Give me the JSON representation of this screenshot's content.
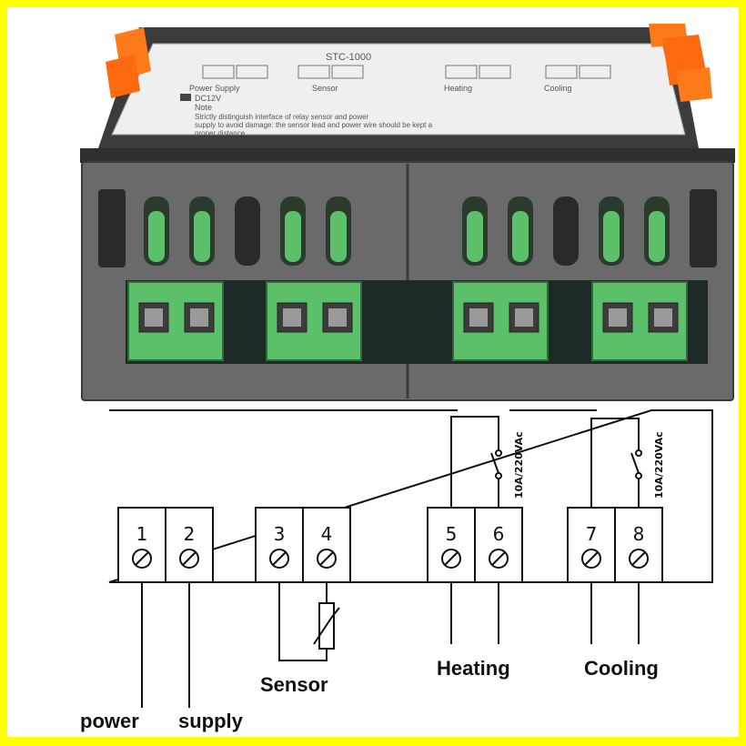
{
  "device": {
    "model": "STC-1000",
    "sticker_labels": [
      "Power Supply",
      "Sensor",
      "Heating",
      "Cooling"
    ],
    "sticker_voltage": "DC12V",
    "sticker_note_title": "Note",
    "sticker_note_text": [
      "Strictly distinguish interface of relay sensor and power",
      "supply to avoid damage: the sensor lead and power wire should be kept a",
      "proper distance"
    ]
  },
  "terminals": [
    "1",
    "2",
    "3",
    "4",
    "5",
    "6",
    "7",
    "8"
  ],
  "relay_rating": "10A/220VAc",
  "labels": {
    "power": "power",
    "supply": "supply",
    "sensor": "Sensor",
    "heating": "Heating",
    "cooling": "Cooling"
  },
  "colors": {
    "border": "#ffff00",
    "housing": "#6a6a6a",
    "terminal_block": "#5cbf6a",
    "clip": "#ff7a1a"
  }
}
